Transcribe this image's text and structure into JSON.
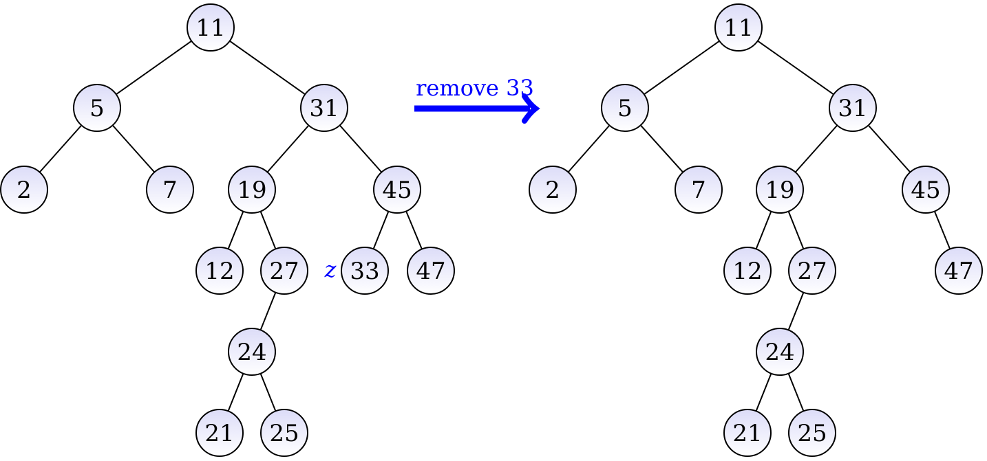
{
  "operation": {
    "label": "remove 33",
    "color": "#0000ff"
  },
  "colors": {
    "node_fill_top": "#dcdcf8",
    "node_fill_bottom": "#ffffff",
    "node_stroke": "#000000",
    "marker": "#0000ff"
  },
  "before_tree": {
    "name": "before",
    "nodes": [
      {
        "id": "b11",
        "key": "11"
      },
      {
        "id": "b5",
        "key": "5",
        "parent": "b11"
      },
      {
        "id": "b31",
        "key": "31",
        "parent": "b11"
      },
      {
        "id": "b2",
        "key": "2",
        "parent": "b5"
      },
      {
        "id": "b7",
        "key": "7",
        "parent": "b5"
      },
      {
        "id": "b19",
        "key": "19",
        "parent": "b31"
      },
      {
        "id": "b45",
        "key": "45",
        "parent": "b31"
      },
      {
        "id": "b12",
        "key": "12",
        "parent": "b19"
      },
      {
        "id": "b27",
        "key": "27",
        "parent": "b19"
      },
      {
        "id": "b33",
        "key": "33",
        "parent": "b45",
        "marker": "z"
      },
      {
        "id": "b47",
        "key": "47",
        "parent": "b45"
      },
      {
        "id": "b24",
        "key": "24",
        "parent": "b27"
      },
      {
        "id": "b21",
        "key": "21",
        "parent": "b24"
      },
      {
        "id": "b25",
        "key": "25",
        "parent": "b24"
      }
    ]
  },
  "after_tree": {
    "name": "after",
    "nodes": [
      {
        "id": "a11",
        "key": "11"
      },
      {
        "id": "a5",
        "key": "5",
        "parent": "a11"
      },
      {
        "id": "a31",
        "key": "31",
        "parent": "a11"
      },
      {
        "id": "a2",
        "key": "2",
        "parent": "a5"
      },
      {
        "id": "a7",
        "key": "7",
        "parent": "a5"
      },
      {
        "id": "a19",
        "key": "19",
        "parent": "a31"
      },
      {
        "id": "a45",
        "key": "45",
        "parent": "a31"
      },
      {
        "id": "a12",
        "key": "12",
        "parent": "a19"
      },
      {
        "id": "a27",
        "key": "27",
        "parent": "a19"
      },
      {
        "id": "a47",
        "key": "47",
        "parent": "a45"
      },
      {
        "id": "a24",
        "key": "24",
        "parent": "a27"
      },
      {
        "id": "a21",
        "key": "21",
        "parent": "a24"
      },
      {
        "id": "a25",
        "key": "25",
        "parent": "a24"
      }
    ]
  }
}
